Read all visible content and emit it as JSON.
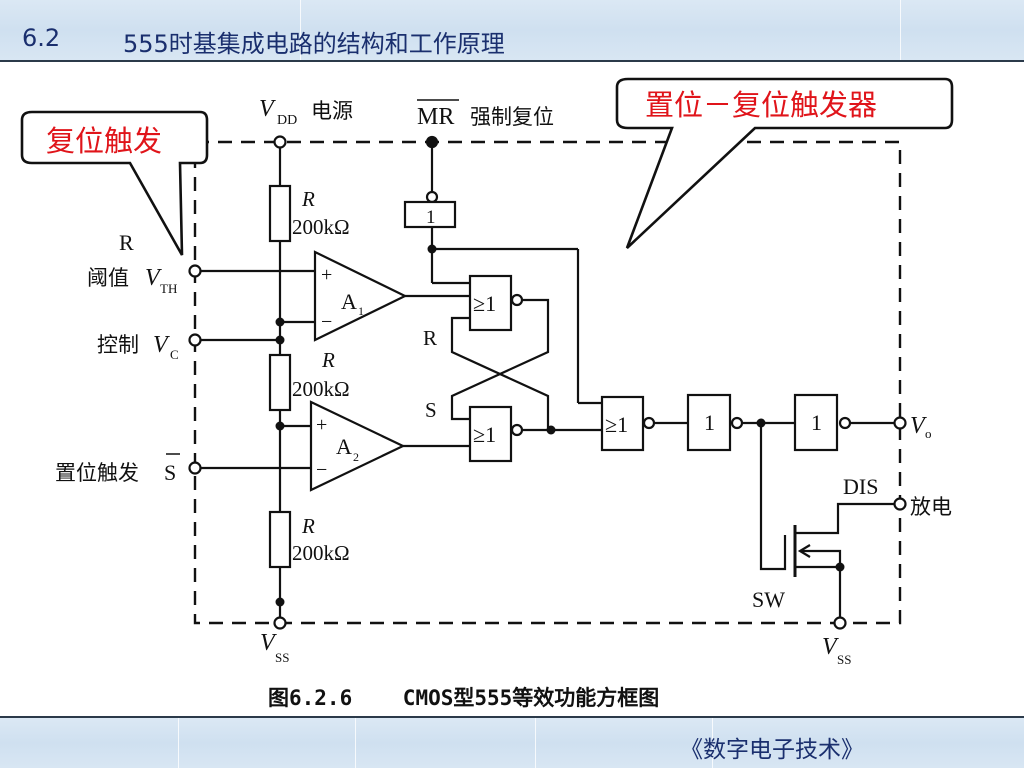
{
  "header": {
    "section_number": "6.2",
    "title": "555时基集成电路的结构和工作原理"
  },
  "footer": {
    "book_title": "《数字电子技术》"
  },
  "caption": {
    "figure_number": "图6.2.6",
    "figure_title": "CMOS型555等效功能方框图"
  },
  "callouts": {
    "reset_trigger": "复位触发",
    "sr_flipflop": "置位－复位触发器",
    "color": "#e0141a"
  },
  "pins": {
    "vdd": {
      "symbol": "V",
      "sub": "DD",
      "label": "电源"
    },
    "mr": {
      "symbol": "MR",
      "label": "强制复位"
    },
    "threshold": {
      "prefix": "R",
      "label": "阈值",
      "symbol": "V",
      "sub": "TH"
    },
    "control": {
      "label": "控制",
      "symbol": "V",
      "sub": "C"
    },
    "trigger": {
      "label": "置位触发",
      "symbol": "S"
    },
    "vss_left": {
      "symbol": "V",
      "sub": "SS"
    },
    "vss_right": {
      "symbol": "V",
      "sub": "SS"
    },
    "output": {
      "symbol": "V",
      "sub": "o"
    },
    "discharge": {
      "pin": "DIS",
      "label": "放电"
    }
  },
  "components": {
    "resistors": [
      {
        "name": "R",
        "value": "200kΩ"
      },
      {
        "name": "R",
        "value": "200kΩ"
      },
      {
        "name": "R",
        "value": "200kΩ"
      }
    ],
    "comparators": [
      {
        "name": "A",
        "sub": "1",
        "plus": "+",
        "minus": "−"
      },
      {
        "name": "A",
        "sub": "2",
        "plus": "+",
        "minus": "−"
      }
    ],
    "inverter_mr": "1",
    "nor_gates": [
      "≥1",
      "≥1",
      "≥1"
    ],
    "inverters": [
      "1",
      "1"
    ],
    "latch_inputs": {
      "r": "R",
      "s": "S"
    },
    "switch": "SW"
  }
}
